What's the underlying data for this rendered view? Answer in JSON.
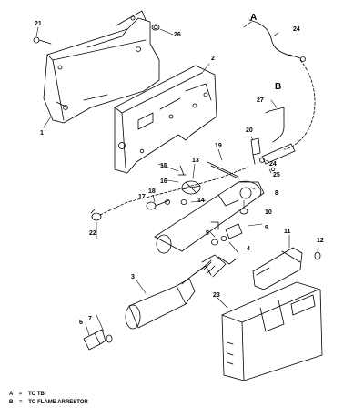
{
  "callouts": {
    "c1": "1",
    "c2": "2",
    "c3": "3",
    "c4": "4",
    "c5": "5",
    "c6": "6",
    "c7": "7",
    "c8": "8",
    "c9": "9",
    "c10": "10",
    "c11": "11",
    "c12": "12",
    "c13": "13",
    "c14": "14",
    "c15": "15",
    "c16": "16",
    "c17": "17",
    "c18": "18",
    "c19": "19",
    "c20": "20",
    "c21": "21",
    "c22": "22",
    "c23": "23",
    "c24a": "24",
    "c24b": "24",
    "c25": "25",
    "c26": "26",
    "c27": "27"
  },
  "letters": {
    "a": "A",
    "b": "B"
  },
  "legend": {
    "a_key": "A",
    "a_sep": "=",
    "a_text": "TO TBI",
    "b_key": "B",
    "b_sep": "=",
    "b_text": "TO FLAME ARRESTOR"
  }
}
